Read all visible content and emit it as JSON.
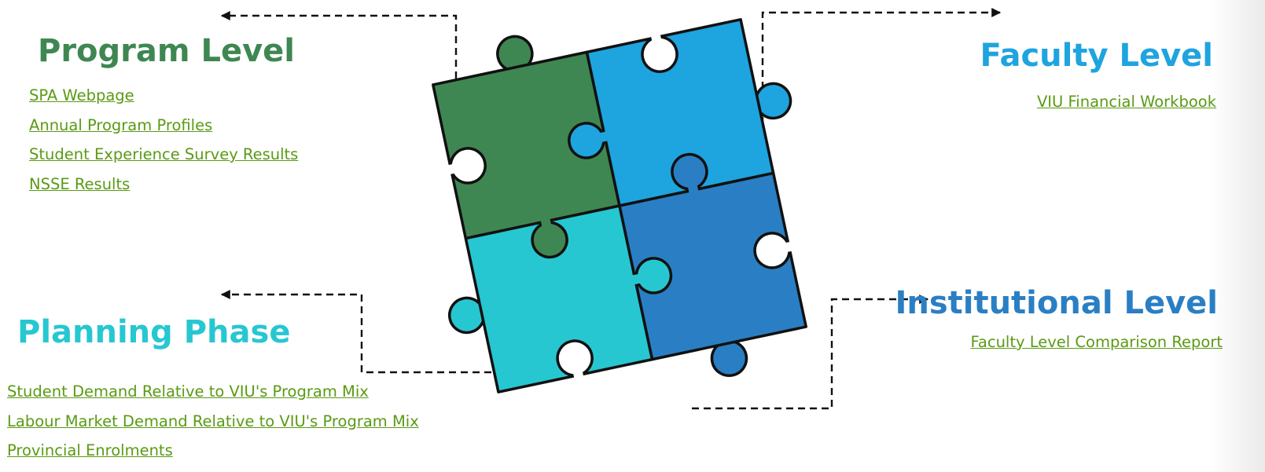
{
  "colors": {
    "program": "#3f8752",
    "faculty": "#1ea4df",
    "planning": "#27c7d1",
    "institutional": "#2a7fc4",
    "link": "#5a9a14",
    "outline": "#111111",
    "arrow": "#111111"
  },
  "sections": {
    "program": {
      "title": "Program Level",
      "links": [
        "SPA Webpage",
        "Annual Program Profiles",
        "Student Experience Survey Results",
        "NSSE Results"
      ]
    },
    "faculty": {
      "title": "Faculty Level",
      "links": [
        "VIU Financial Workbook"
      ]
    },
    "planning": {
      "title": "Planning Phase",
      "links": [
        "Student Demand Relative to VIU's Program Mix",
        "Labour Market Demand Relative to VIU's Program Mix",
        "Provincial Enrolments"
      ]
    },
    "institutional": {
      "title": "Institutional Level",
      "links": [
        "Faculty Level Comparison Report"
      ]
    }
  },
  "icons": {
    "puzzle": "puzzle-icon",
    "arrows": "dashed-arrow-connector"
  }
}
